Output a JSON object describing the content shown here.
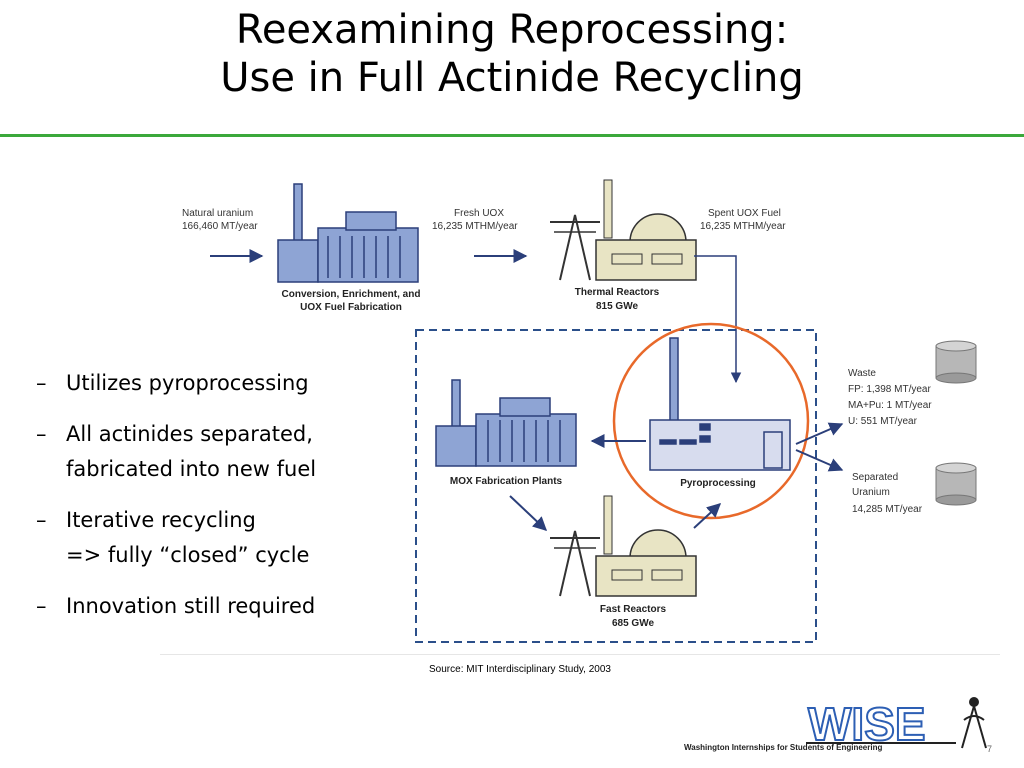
{
  "title": {
    "line1": "Reexamining Reprocessing:",
    "line2": "Use in Full Actinide Recycling"
  },
  "bullets": [
    "Utilizes pyroprocessing",
    "All actinides separated,\nfabricated into new fuel",
    "Iterative recycling\n=> fully “closed” cycle",
    "Innovation still required"
  ],
  "bullet_marker": "–",
  "diagram": {
    "natural_uranium": {
      "label": "Natural  uranium",
      "rate": "166,460 MT/year"
    },
    "conversion": {
      "line1": "Conversion, Enrichment, and",
      "line2": "UOX Fuel Fabrication"
    },
    "fresh_uox": {
      "label": "Fresh UOX",
      "rate": "16,235 MTHM/year"
    },
    "thermal_reactors": {
      "label": "Thermal Reactors",
      "capacity": "815 GWe"
    },
    "spent_uox": {
      "label": "Spent UOX Fuel",
      "rate": "16,235 MTHM/year"
    },
    "pyroprocessing": {
      "label": "Pyroprocessing"
    },
    "mox": {
      "label": "MOX Fabrication Plants"
    },
    "fast_reactors": {
      "label": "Fast Reactors",
      "capacity": "685 GWe"
    },
    "waste": {
      "label": "Waste",
      "fp": "FP: 1,398 MT/year",
      "mapu": "MA+Pu: 1 MT/year",
      "u": "U: 551 MT/year"
    },
    "separated_uranium": {
      "line1": "Separated",
      "line2": "Uranium",
      "rate": "14,285 MT/year"
    }
  },
  "source": "Source: MIT Interdisciplinary Study, 2003",
  "logo": {
    "text": "WISE",
    "tagline": "Washington Internships for Students of Engineering"
  },
  "page_number": "7",
  "colors": {
    "rule": "#3ba83b",
    "building_fill": "#8ea4d4",
    "building_stroke": "#2b3f7a",
    "arrow": "#2b3f7a",
    "highlight_circle": "#e8692a",
    "dashed_box": "#2b4f8a",
    "logo_blue": "#2d5fb4"
  }
}
